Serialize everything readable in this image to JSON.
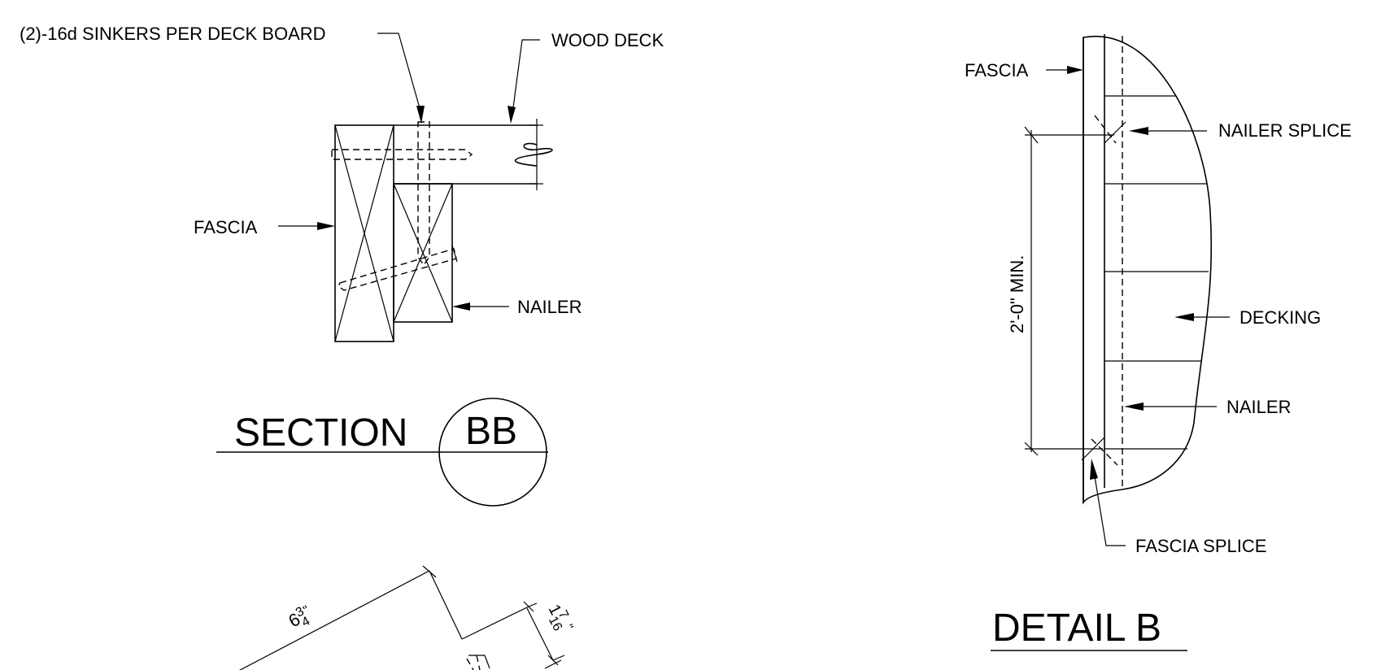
{
  "section_bb": {
    "label_sinkers": "(2)-16d SINKERS PER DECK BOARD",
    "label_wood_deck": "WOOD DECK",
    "label_fascia": "FASCIA",
    "label_nailer": "NAILER",
    "title_word": "SECTION",
    "title_tag": "BB"
  },
  "detail_b": {
    "label_fascia": "FASCIA",
    "label_nailer_splice": "NAILER SPLICE",
    "label_decking": "DECKING",
    "label_nailer": "NAILER",
    "label_fascia_splice": "FASCIA SPLICE",
    "dimension": "2'-0\" MIN.",
    "title": "DETAIL  B"
  },
  "bottom_view": {
    "dim_length_whole": "6",
    "dim_length_num": "3",
    "dim_length_den": "4",
    "dim_width_whole": "1",
    "dim_width_num": "7",
    "dim_width_den": "16"
  }
}
